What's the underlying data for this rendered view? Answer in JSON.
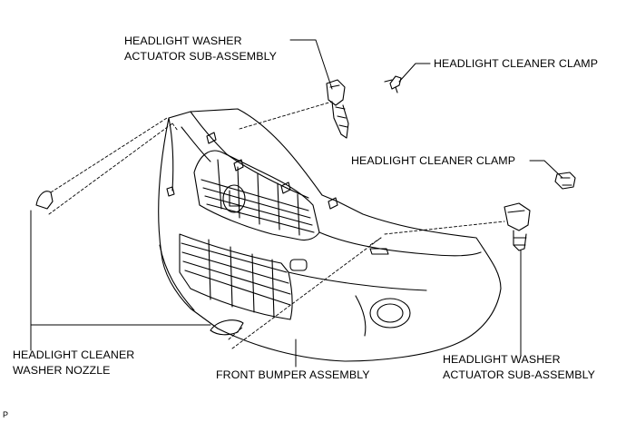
{
  "labels": {
    "actuator_top_line1": "HEADLIGHT WASHER",
    "actuator_top_line2": "ACTUATOR SUB-ASSEMBLY",
    "clamp_top": "HEADLIGHT CLEANER CLAMP",
    "clamp_right": "HEADLIGHT CLEANER CLAMP",
    "nozzle_line1": "HEADLIGHT CLEANER",
    "nozzle_line2": "WASHER NOZZLE",
    "bumper": "FRONT BUMPER ASSEMBLY",
    "actuator_bottom_line1": "HEADLIGHT WASHER",
    "actuator_bottom_line2": "ACTUATOR SUB-ASSEMBLY",
    "corner_mark": "P"
  },
  "colors": {
    "line": "#000000",
    "background": "#ffffff"
  }
}
